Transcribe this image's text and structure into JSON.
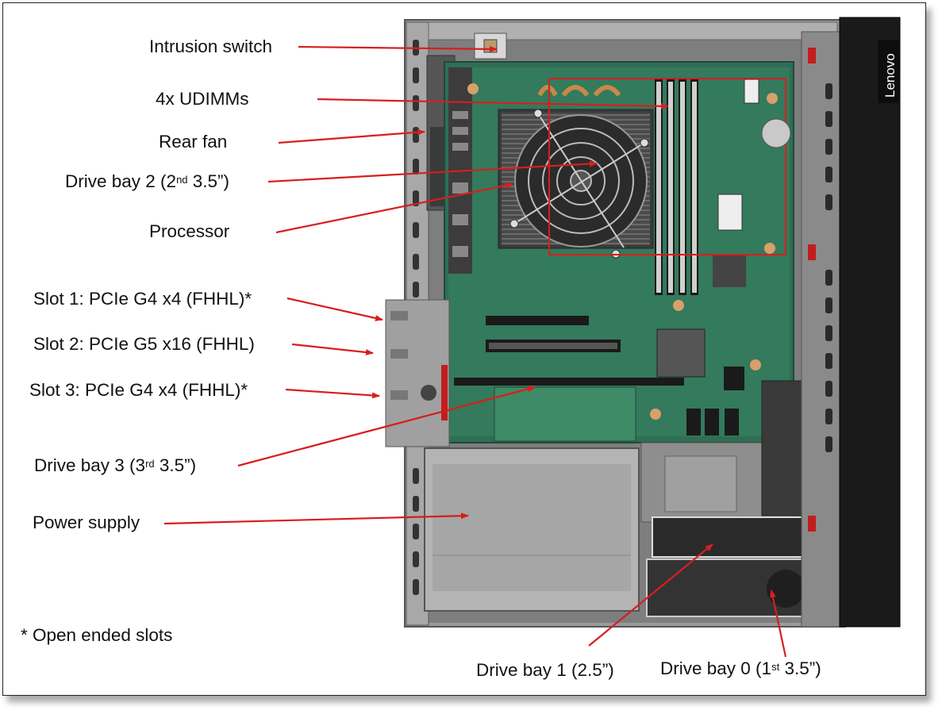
{
  "brand": "Lenovo",
  "labels": {
    "intrusion_switch": "Intrusion switch",
    "udimms": "4x UDIMMs",
    "rear_fan": "Rear fan",
    "drive_bay_2": {
      "pre": "Drive bay 2 (2",
      "sup": "nd",
      "post": " 3.5”)"
    },
    "processor": "Processor",
    "slot_1": "Slot 1: PCIe G4 x4 (FHHL)*",
    "slot_2": "Slot 2: PCIe G5 x16 (FHHL)",
    "slot_3": "Slot 3: PCIe G4 x4 (FHHL)*",
    "drive_bay_3": {
      "pre": "Drive bay 3 (3",
      "sup": "rd",
      "post": " 3.5”)"
    },
    "power_supply": "Power supply",
    "footnote": "* Open ended slots",
    "drive_bay_1": "Drive bay 1 (2.5”)",
    "drive_bay_0": {
      "pre": "Drive bay 0 (1",
      "sup": "st",
      "post": " 3.5”)"
    }
  },
  "colors": {
    "arrow": "#d81e1e",
    "highlight_box": "#d81e1e",
    "board": "#2f6e55",
    "chassis": "#8c8c8c",
    "bezel": "#1a1a1a"
  }
}
